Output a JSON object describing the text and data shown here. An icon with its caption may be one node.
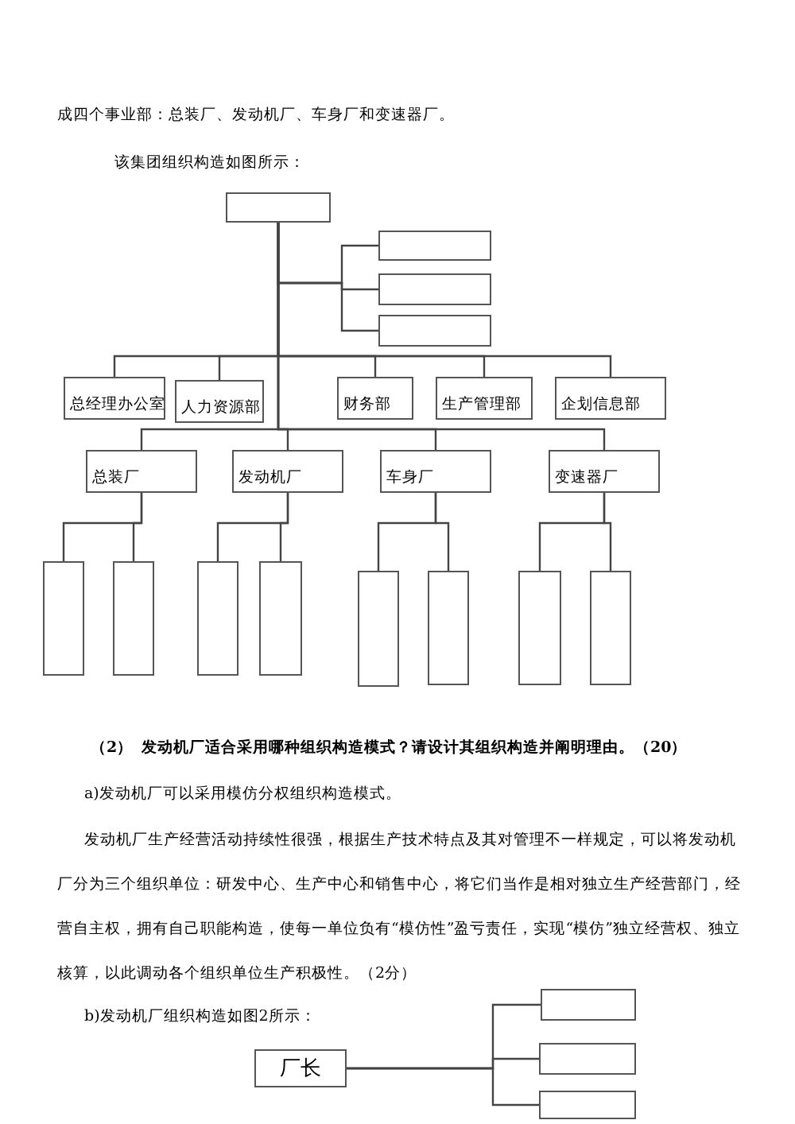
{
  "diagram": {
    "nodes": [
      {
        "text": [],
        "shape": "box"
      },
      {
        "text": [],
        "shape": "box"
      },
      {
        "text": [],
        "shape": "box"
      },
      {
        "text": [],
        "shape": "box"
      },
      {
        "text": [
          "总经理办公室"
        ]
      },
      {
        "text": [
          "人力资源部"
        ]
      },
      {
        "text": [
          "财务部"
        ]
      },
      {
        "text": [
          "生产管理部"
        ]
      },
      {
        "text": [
          "企划信息部"
        ]
      },
      {
        "text": [
          "总装厂"
        ]
      },
      {
        "text": [
          "发动机厂"
        ]
      },
      {
        "text": [
          "车身厂"
        ]
      },
      {
        "text": [
          "变速器厂"
        ]
      },
      {
        "text": [],
        "shape": "box"
      },
      {
        "text": [],
        "shape": "box"
      },
      {
        "text": [],
        "shape": "box"
      },
      {
        "text": [],
        "shape": "box"
      },
      {
        "text": [],
        "shape": "box"
      },
      {
        "text": [],
        "shape": "box"
      },
      {
        "text": [],
        "shape": "box"
      },
      {
        "text": [],
        "shape": "box"
      },
      {
        "text": [
          "厂长"
        ]
      },
      {
        "text": [],
        "shape": "box"
      },
      {
        "text": [],
        "shape": "box"
      },
      {
        "text": [],
        "shape": "box"
      }
    ],
    "edges": [
      {
        "from": 0,
        "to": 1,
        "arrow": "none"
      },
      {
        "from": 0,
        "to": 2,
        "arrow": "none"
      },
      {
        "from": 0,
        "to": 3,
        "arrow": "none"
      },
      {
        "from": 0,
        "to": 4,
        "arrow": "none"
      },
      {
        "from": 0,
        "to": 5,
        "arrow": "none"
      },
      {
        "from": 0,
        "to": 6,
        "arrow": "none"
      },
      {
        "from": 0,
        "to": 7,
        "arrow": "none"
      },
      {
        "from": 0,
        "to": 8,
        "arrow": "none"
      },
      {
        "from": 0,
        "to": 9,
        "arrow": "none"
      },
      {
        "from": 0,
        "to": 10,
        "arrow": "none"
      },
      {
        "from": 0,
        "to": 11,
        "arrow": "none"
      },
      {
        "from": 0,
        "to": 12,
        "arrow": "none"
      },
      {
        "from": 9,
        "to": 13,
        "arrow": "none"
      },
      {
        "from": 9,
        "to": 14,
        "arrow": "none"
      },
      {
        "from": 10,
        "to": 15,
        "arrow": "none"
      },
      {
        "from": 10,
        "to": 16,
        "arrow": "none"
      },
      {
        "from": 11,
        "to": 17,
        "arrow": "none"
      },
      {
        "from": 11,
        "to": 18,
        "arrow": "none"
      },
      {
        "from": 12,
        "to": 19,
        "arrow": "none"
      },
      {
        "from": 12,
        "to": 20,
        "arrow": "none"
      },
      {
        "from": 21,
        "to": 22,
        "arrow": "none"
      },
      {
        "from": 21,
        "to": 23,
        "arrow": "none"
      },
      {
        "from": 21,
        "to": 24,
        "arrow": "none"
      }
    ],
    "labels": [
      "成四个事业部：总装厂、发动机厂、车身厂和变速器厂。",
      "该集团组织构造如图所示：",
      "（2）",
      "发动机厂适合采用哪种组织构造模式？请设计其组织构造并阐明理由。（20）",
      "a)发动机厂可以采用模仿分权组织构造模式。",
      "发动机厂生产经营活动持续性很强，根据生产技术特点及其对管理不一样规定，可以将发动机厂分为三个组织单位：研发中心、生产中心和销售中心，将它们当作是相对独立生产经营部门，经营自主权，拥有自己职能构造，使每一单位负有“模仿性”盈亏责任，实现“模仿”独立经营权、独立核算，以此调动各个组织单位生产积极性。（2分）",
      "b)发动机厂组织构造如图2所示："
    ]
  }
}
